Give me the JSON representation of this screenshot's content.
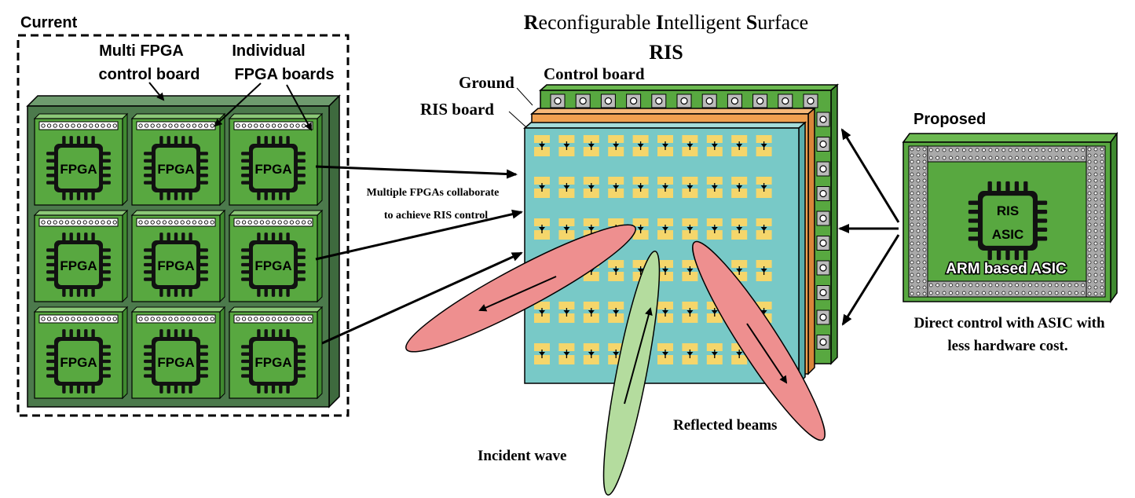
{
  "current": {
    "title": "Current",
    "multi_label_line1": "Multi FPGA",
    "multi_label_line2": "control board",
    "individual_label_line1": "Individual",
    "individual_label_line2": "FPGA boards",
    "chip_label": "FPGA",
    "collab_line1": "Multiple FPGAs collaborate",
    "collab_line2": "to achieve RIS control"
  },
  "ris": {
    "title_parts": [
      {
        "cap": "R",
        "rest": "econfigurable "
      },
      {
        "cap": "I",
        "rest": "ntelligent "
      },
      {
        "cap": "S",
        "rest": "urface"
      }
    ],
    "subtitle": "RIS",
    "ground_label": "Ground",
    "control_label": "Control board",
    "board_label": "RIS board",
    "incident_label": "Incident wave",
    "reflected_label": "Reflected beams"
  },
  "proposed": {
    "title": "Proposed",
    "chip_line1": "RIS",
    "chip_line2": "ASIC",
    "arm_label": "ARM based ASIC",
    "caption_line1": "Direct control with ASIC with",
    "caption_line2": "less hardware cost."
  },
  "colors": {
    "board_dark": "#4c7a4c",
    "board_green": "#58a840",
    "ris_teal": "#78c9c7",
    "patch_yellow": "#f5d66b",
    "ground_orange": "#f0a050",
    "incident_green": "#b4dc9e",
    "reflect_red": "#ee8f8f"
  },
  "icons": [
    "fpga-chip-icon",
    "asic-chip-icon",
    "diode-icon",
    "pin-header-icon"
  ]
}
